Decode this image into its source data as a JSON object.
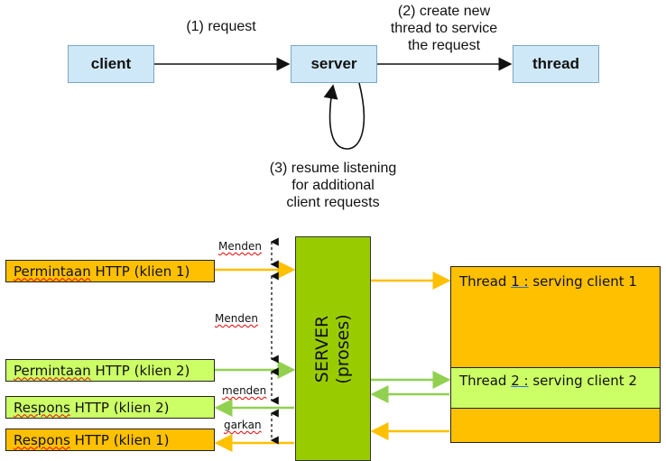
{
  "top": {
    "client": "client",
    "server": "server",
    "thread": "thread",
    "step1": "(1) request",
    "step2": "(2) create new\nthread to service\nthe request",
    "step3": "(3) resume listening\nfor additional\nclient requests"
  },
  "bottom": {
    "req1": {
      "pre": "Permintaan",
      "post": " HTTP (klien 1)"
    },
    "req2": {
      "pre": "Permintaan",
      "post": " HTTP (klien 2)"
    },
    "resp2": {
      "pre": "Respons",
      "post": " HTTP (klien 2)"
    },
    "resp1": {
      "pre": "Respons",
      "post": " HTTP (klien 1)"
    },
    "server": "SERVER\n(proses)",
    "thread1": {
      "pre": "Thread ",
      "num": "1 :",
      "post": " serving client 1"
    },
    "thread2": {
      "pre": "Thread ",
      "num": "2 :",
      "post": " serving client 2"
    },
    "label_menden_1": "Menden",
    "label_menden_2": "Menden",
    "label_menden_3": "menden",
    "label_garkan": "garkan"
  },
  "colors": {
    "orange": "#ffc000",
    "green": "#ccff66",
    "server_green": "#99cc00",
    "box_blue": "#cfe8f7"
  }
}
